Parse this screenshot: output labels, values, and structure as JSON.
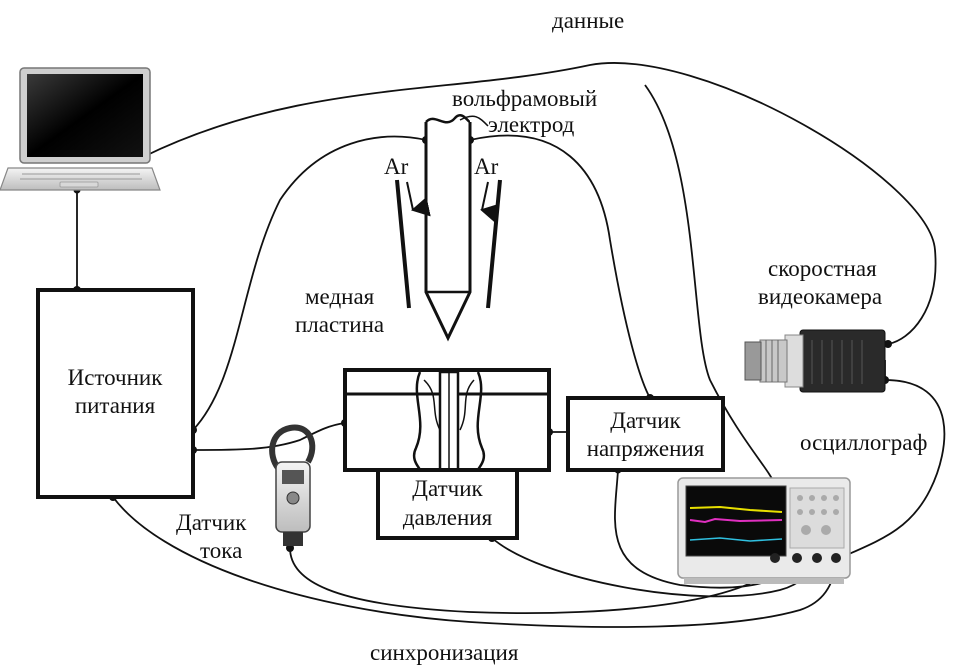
{
  "labels": {
    "data": "данные",
    "electrode_line1": "вольфрамовый",
    "electrode_line2": "электрод",
    "argon_left": "Ar",
    "argon_right": "Ar",
    "plate_line1": "медная",
    "plate_line2": "пластина",
    "power_line1": "Источник",
    "power_line2": "питания",
    "camera_line1": "скоростная",
    "camera_line2": "видеокамера",
    "voltage_line1": "Датчик",
    "voltage_line2": "напряжения",
    "oscilloscope": "осциллограф",
    "pressure_line1": "Датчик",
    "pressure_line2": "давления",
    "current_line1": "Датчик",
    "current_line2": "тока",
    "sync": "синхронизация"
  },
  "icons": {
    "laptop": "laptop-icon",
    "camera": "high-speed-camera-icon",
    "oscilloscope": "oscilloscope-icon",
    "clamp_meter": "current-clamp-icon"
  },
  "colors": {
    "line": "#111111",
    "trace_yellow": "#e8e000",
    "trace_magenta": "#e030c0",
    "trace_cyan": "#30c0e0"
  }
}
